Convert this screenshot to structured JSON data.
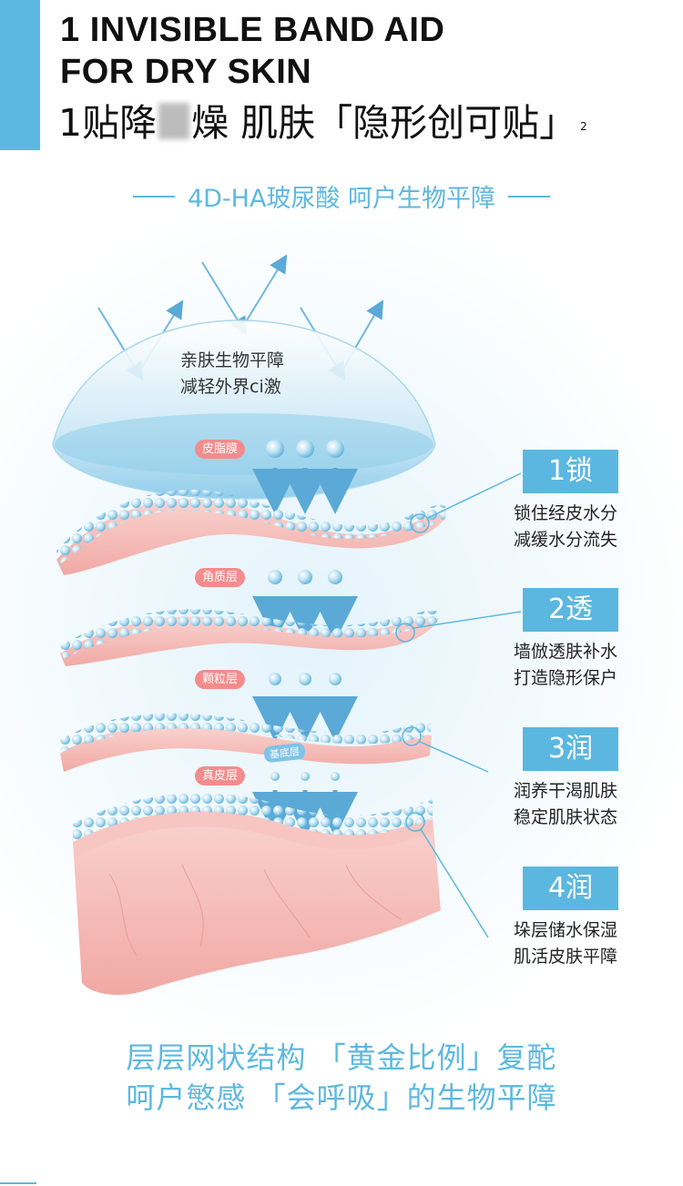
{
  "header": {
    "title_en_line1": "1 INVISIBLE BAND AID",
    "title_en_line2": "FOR DRY SKIN",
    "title_cn_prefix": "1贴降",
    "title_cn_suffix": "燥 肌肤「隐形创可贴」",
    "title_cn_sup": "2"
  },
  "subtitle": "4D-HA玻尿酸 呵户生物平障",
  "dome": {
    "line1": "亲肤生物平障",
    "line2": "减轻外界ci激"
  },
  "layers": {
    "sebum": "皮脂膜",
    "stratum_corneum": "角质层",
    "granular": "颗粒层",
    "basal": "基底层",
    "dermis": "真皮层"
  },
  "callouts": [
    {
      "badge": "1锁",
      "line1": "锁住经皮水分",
      "line2": "减缓水分流失"
    },
    {
      "badge": "2透",
      "line1": "墙倣透肤补水",
      "line2": "打造隐形保户"
    },
    {
      "badge": "3润",
      "line1": "润养干渴肌肤",
      "line2": "稳定肌肤状态"
    },
    {
      "badge": "4润",
      "line1": "垛层储水保湿",
      "line2": "肌活皮肤平障"
    }
  ],
  "bottom": {
    "line1": "层层网状结构 「黄金比例」复酡",
    "line2": "呵户慜感 「会呼吸」的生物平障"
  },
  "colors": {
    "accent": "#5db8e0",
    "pill": "#f38c8c",
    "skin": "#f4b7b3",
    "text": "#111111"
  }
}
